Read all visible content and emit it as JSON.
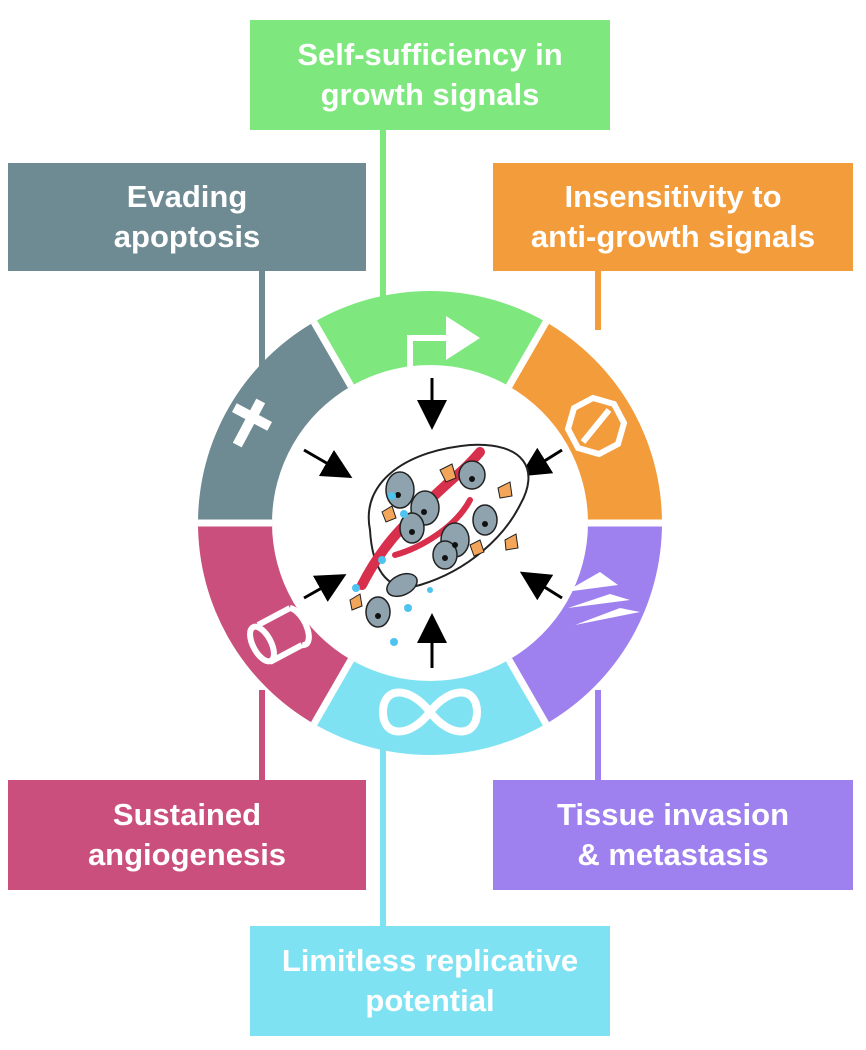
{
  "colors": {
    "growth": "#7ee87e",
    "anti_growth": "#f39c3c",
    "invasion": "#9e80ee",
    "replicative": "#7fe2f2",
    "angiogenesis": "#cb4f7c",
    "apoptosis": "#6e8a92",
    "cell": "#8ea3ad",
    "stromal": "#f3a55a",
    "vessel": "#d8304c"
  },
  "boxes": {
    "growth": {
      "line1": "Self-sufficiency in",
      "line2": "growth signals",
      "icon": "bent-arrow-icon"
    },
    "anti_growth": {
      "line1": "Insensitivity to",
      "line2": "anti-growth signals",
      "icon": "no-symbol-icon"
    },
    "invasion": {
      "line1": "Tissue invasion",
      "line2": "& metastasis",
      "icon": "spikes-icon"
    },
    "replicative": {
      "line1": "Limitless replicative",
      "line2": "potential",
      "icon": "infinity-icon"
    },
    "angiogenesis": {
      "line1": "Sustained",
      "line2": "angiogenesis",
      "icon": "vessel-tube-icon"
    },
    "apoptosis": {
      "line1": "Evading",
      "line2": "apoptosis",
      "icon": "cross-icon"
    }
  },
  "center": {
    "icon": "tumor-icon"
  }
}
